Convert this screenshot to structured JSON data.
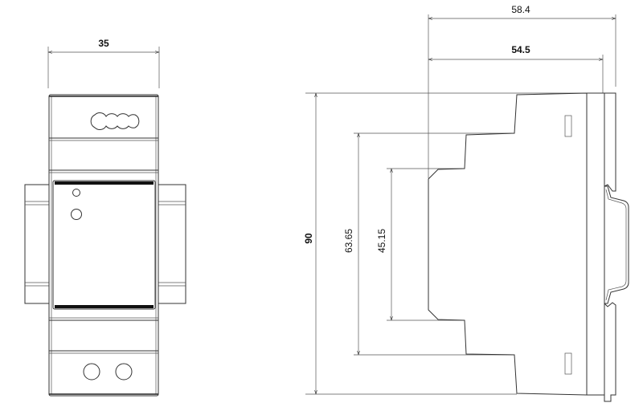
{
  "front_view": {
    "width_dimension": "35"
  },
  "side_view": {
    "overall_depth": "58.4",
    "body_depth": "54.5",
    "height": "90",
    "step_height": "63.65",
    "front_face_height": "45.15"
  },
  "colors": {
    "line": "#333333",
    "background": "#ffffff"
  }
}
